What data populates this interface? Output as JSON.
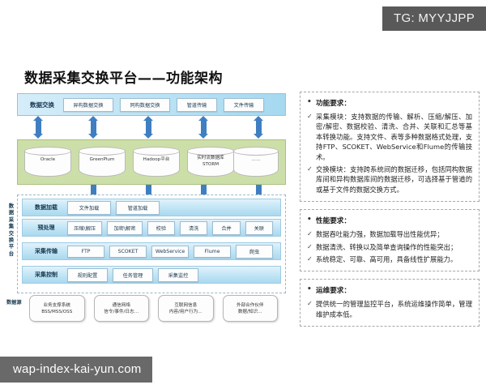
{
  "watermarks": {
    "top_right_badge": "TG: MYYJJPP",
    "bottom_left": "wap-index-kai-yun.com"
  },
  "slide": {
    "title": "数据采集交换平台——功能架构"
  },
  "diagram": {
    "exchange_band": {
      "label": "数据交换",
      "items": [
        {
          "label": "异构数据交换"
        },
        {
          "label": "同构数据交换"
        },
        {
          "label": "管道传输"
        },
        {
          "label": "文件传输"
        }
      ]
    },
    "database_band": {
      "items": [
        {
          "line1": "Oracle",
          "line2": ""
        },
        {
          "line1": "GreenPlum",
          "line2": ""
        },
        {
          "line1": "Hadoop平台",
          "line2": ""
        },
        {
          "line1": "实时流数据库",
          "line2": "STORM"
        },
        {
          "line1": "……",
          "line2": ""
        }
      ]
    },
    "platform": {
      "vertical_label": "数据采集交换平台",
      "rows": [
        {
          "label": "数据加载",
          "items": [
            "文件加载",
            "管道加载"
          ]
        },
        {
          "label": "预处理",
          "items": [
            "压缩\\解压",
            "加密\\解密",
            "校验",
            "清洗",
            "合并",
            "关联"
          ]
        },
        {
          "label": "采集传输",
          "items": [
            "FTP",
            "SCOKET",
            "WebService",
            "Flume",
            "爬虫"
          ]
        },
        {
          "label": "采集控制",
          "items": [
            "规则配置",
            "任务管理",
            "采集监控"
          ]
        }
      ]
    },
    "data_sources": {
      "label": "数据源",
      "items": [
        {
          "line1": "业务支撑系统",
          "line2": "BSS/MSS/OSS"
        },
        {
          "line1": "通信网络",
          "line2": "信令/事件/日志…"
        },
        {
          "line1": "互联网信息",
          "line2": "内容/用户行为…"
        },
        {
          "line1": "外部合作伙伴",
          "line2": "数据/知识…"
        }
      ]
    },
    "icons": {
      "bullet": "•",
      "tick": "✓",
      "arrow_updown": "double-arrow-vertical"
    }
  },
  "requirements": [
    {
      "heading": "功能要求：",
      "items": [
        "采集模块：支持数据的传输、解析、压缩/解压、加密/解密、数据校验、清洗、合并、关联和汇总等基本转换功能。支持文件、表等多种数据格式处理，支持FTP、SCOKET、WebService和Flume的传输技术。",
        "交换模块：支持跨系统间的数据迁移，包括同构数据库间和异构数据库间的数据迁移，可选择基于管道的或基于文件的数据交换方式。"
      ]
    },
    {
      "heading": "性能要求：",
      "items": [
        "数据吞吐能力强，数据加载导出性能优异；",
        "数据清洗、转换以及简单查询操作的性能突出；",
        "系统稳定、可靠、高可用，具备线性扩展能力。"
      ]
    },
    {
      "heading": "运维要求：",
      "items": [
        "提供统一的管理监控平台，系统运维操作简单，管理维护成本低。"
      ]
    }
  ],
  "colors": {
    "exchange_band": "#bfe4f6",
    "db_band": "#cddfa8",
    "arrow": "#3f7fc1",
    "row_band": "#c8e8f7",
    "badge_bg": "#595959"
  }
}
